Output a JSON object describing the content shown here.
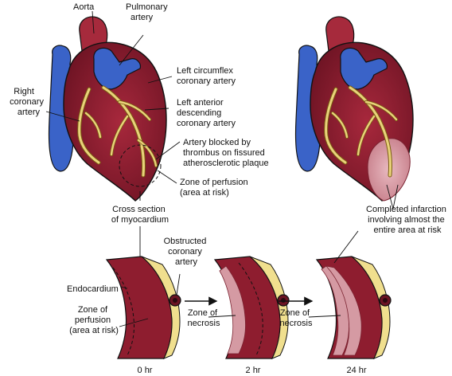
{
  "colors": {
    "myocardium": "#8e1d2f",
    "myocardium_dark": "#6b1423",
    "myocardium_shade": "#a4283c",
    "vein_blue": "#3a63c8",
    "vein_blue_dark": "#23449a",
    "coronary_yellow": "#e9d27a",
    "coronary_outline": "#7a5d12",
    "infarct_pink": "#d59aa3",
    "fat_yellow": "#f0df8e",
    "outline": "#111111"
  },
  "icons": {
    "heart_left": "heart-with-coronary-arteries",
    "heart_right": "heart-with-completed-infarction",
    "arrow": "right-arrow",
    "artery_section": "coronary-artery-cross-section"
  },
  "labels": {
    "aorta": "Aorta",
    "pulmonary": [
      "Pulmonary",
      "artery"
    ],
    "right_coronary": [
      "Right",
      "coronary",
      "artery"
    ],
    "left_circumflex": [
      "Left circumflex",
      "coronary artery"
    ],
    "left_anterior": [
      "Left anterior",
      "descending",
      "coronary artery"
    ],
    "blocked": [
      "Artery blocked by",
      "thrombus on fissured",
      "atherosclerotic plaque"
    ],
    "zone_perfusion_heart": [
      "Zone of perfusion",
      "(area at risk)"
    ],
    "cross_section": [
      "Cross section",
      "of myocardium"
    ],
    "completed_infarction": [
      "Completed infarction",
      "involving almost the",
      "entire area at risk"
    ],
    "obstructed": [
      "Obstructed",
      "coronary",
      "artery"
    ],
    "endocardium": "Endocardium",
    "zone_perfusion_section": [
      "Zone of",
      "perfusion",
      "(area at risk)"
    ],
    "zone_necrosis_1": [
      "Zone of",
      "necrosis"
    ],
    "zone_necrosis_2": [
      "Zone of",
      "necrosis"
    ]
  },
  "time_labels": [
    "0 hr",
    "2 hr",
    "24 hr"
  ]
}
